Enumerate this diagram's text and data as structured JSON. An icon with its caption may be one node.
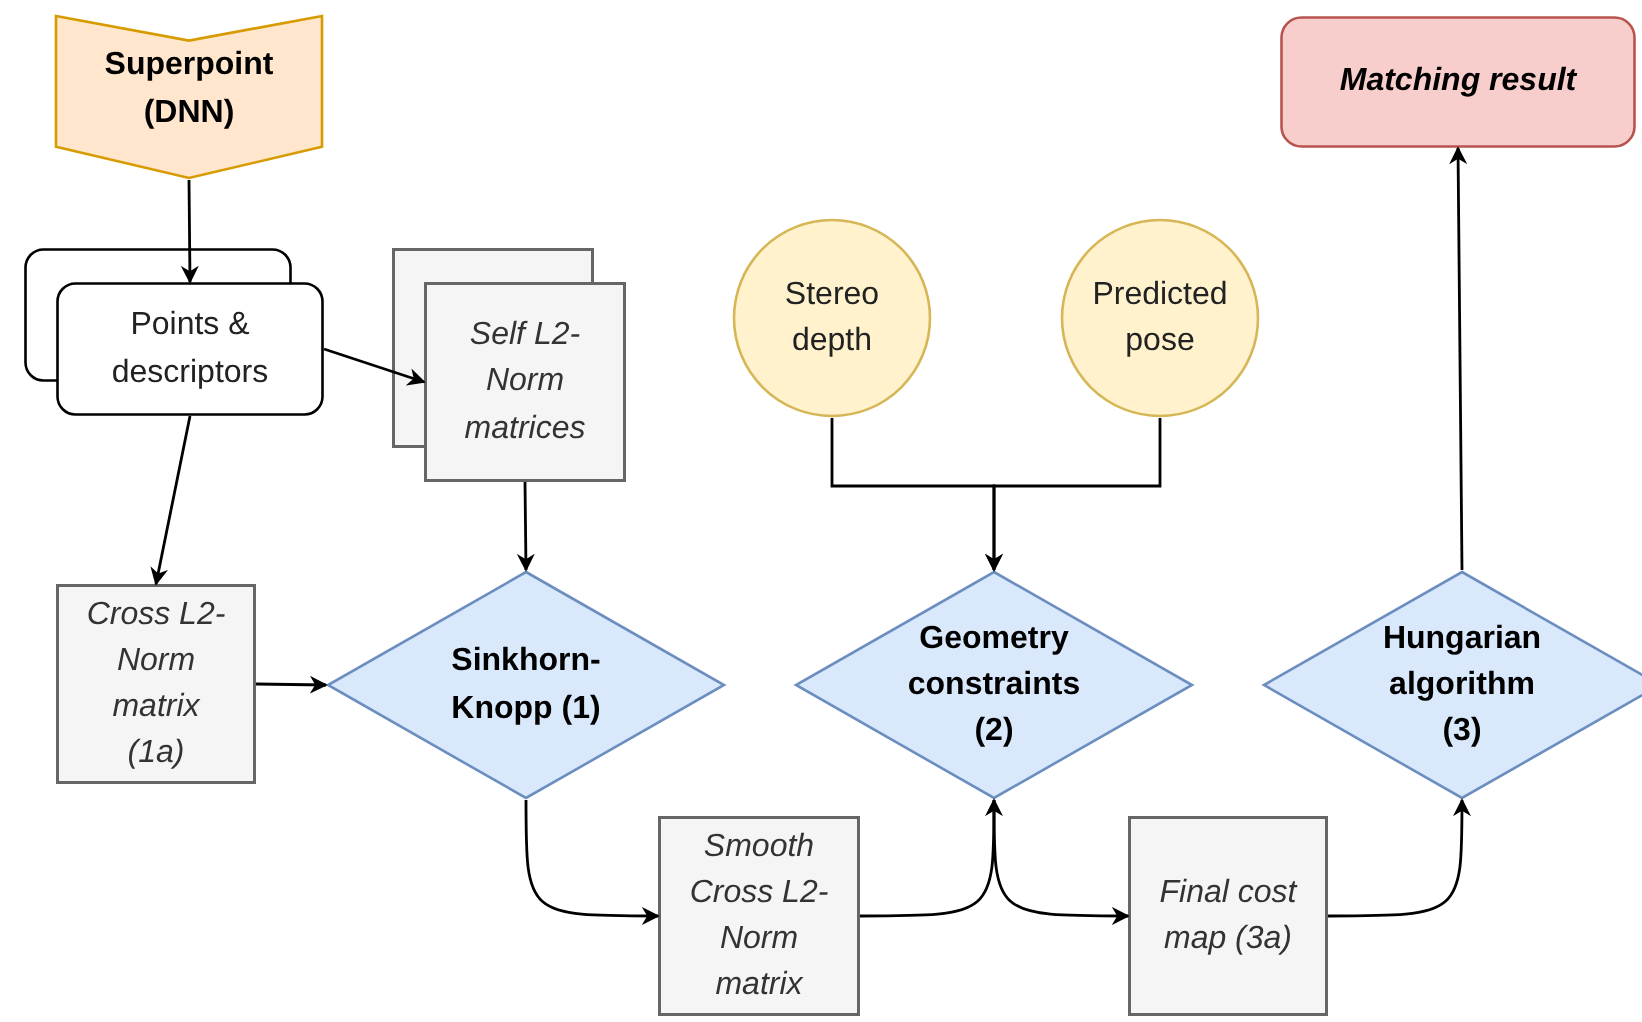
{
  "diagram": {
    "nodes": [
      {
        "text": [
          "Superpoint (DNN)"
        ]
      },
      {
        "text": [
          "Points & descriptors"
        ]
      },
      {
        "text": [
          "Self L2-Norm matrices"
        ]
      },
      {
        "text": [
          "Cross L2-Norm matrix (1a)"
        ]
      },
      {
        "text": [
          "Sinkhorn-Knopp (1)"
        ]
      },
      {
        "text": [
          "Stereo depth"
        ]
      },
      {
        "text": [
          "Predicted pose"
        ]
      },
      {
        "text": [
          "Geometry constraints (2)"
        ]
      },
      {
        "text": [
          "Hungarian algorithm (3)"
        ]
      },
      {
        "text": [
          "Matching result"
        ]
      },
      {
        "text": [
          "Smooth Cross L2-Norm matrix"
        ]
      },
      {
        "text": [
          "Final cost map (3a)"
        ]
      }
    ],
    "edges": [
      {
        "from": 0,
        "to": 1,
        "arrow": "to"
      },
      {
        "from": 1,
        "to": 2,
        "arrow": "to"
      },
      {
        "from": 1,
        "to": 3,
        "arrow": "to"
      },
      {
        "from": 2,
        "to": 4,
        "arrow": "to"
      },
      {
        "from": 3,
        "to": 4,
        "arrow": "to"
      },
      {
        "from": 4,
        "to": 10,
        "arrow": "to"
      },
      {
        "from": 5,
        "to": 7,
        "arrow": "to"
      },
      {
        "from": 6,
        "to": 7,
        "arrow": "to"
      },
      {
        "from": 10,
        "to": 7,
        "arrow": "to"
      },
      {
        "from": 7,
        "to": 11,
        "arrow": "to"
      },
      {
        "from": 11,
        "to": 8,
        "arrow": "to"
      },
      {
        "from": 8,
        "to": 9,
        "arrow": "to"
      }
    ]
  }
}
